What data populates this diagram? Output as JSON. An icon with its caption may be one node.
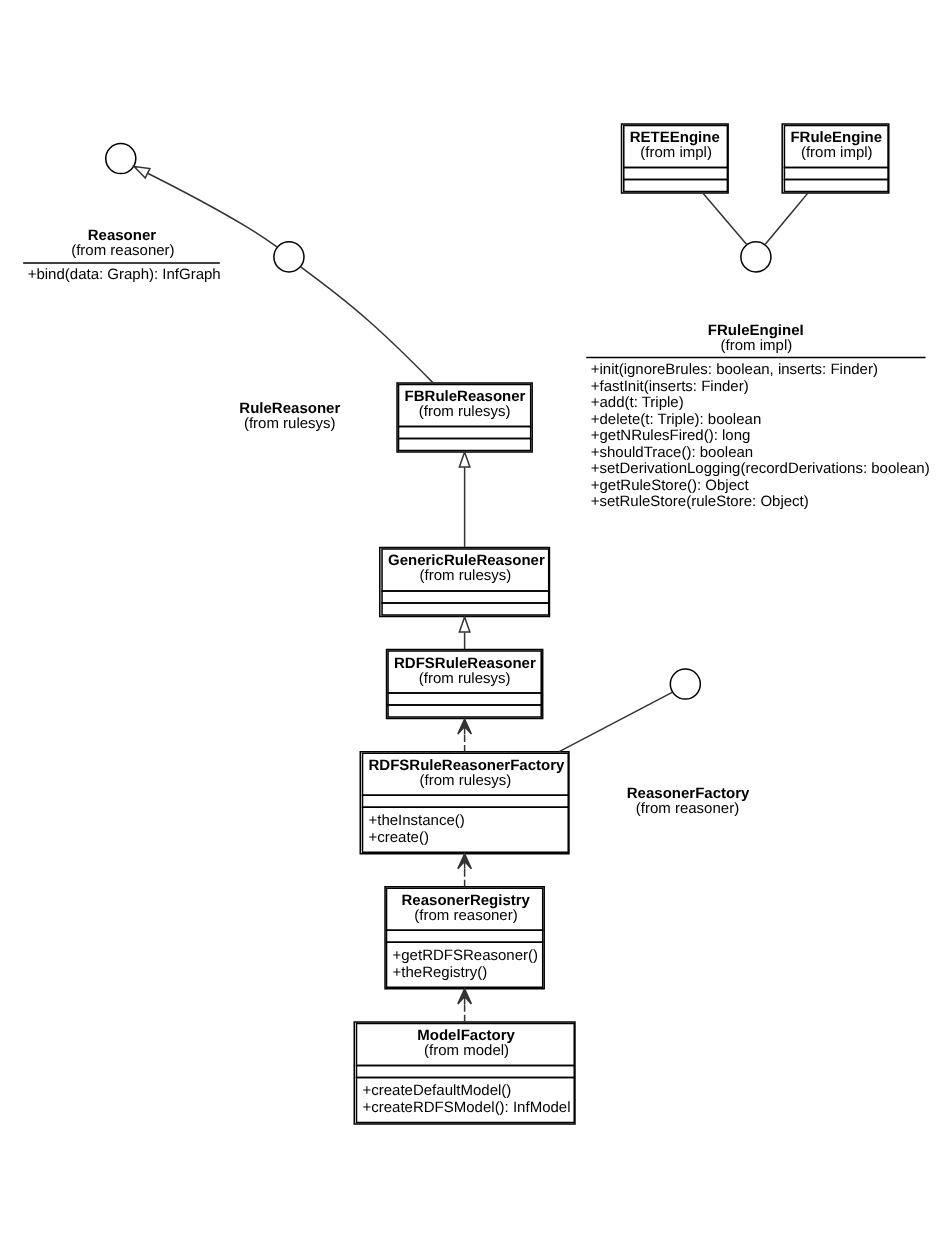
{
  "diagram": {
    "nodes": [
      {
        "text": [],
        "shape": "circle",
        "beside": [
          "Reasoner",
          "(from reasoner)",
          "+bind(data: Graph): InfGraph"
        ]
      },
      {
        "text": [],
        "shape": "circle",
        "beside": [
          "RuleReasoner",
          "(from rulesys)"
        ]
      },
      {
        "text": [
          "FBRuleReasoner",
          "(from rulesys)"
        ]
      },
      {
        "text": [
          "GenericRuleReasoner",
          "(from rulesys)"
        ]
      },
      {
        "text": [
          "RDFSRuleReasoner",
          "(from rulesys)"
        ]
      },
      {
        "text": [],
        "shape": "circle",
        "beside": [
          "ReasonerFactory",
          "(from reasoner)"
        ]
      },
      {
        "text": [
          "RDFSRuleReasonerFactory",
          "(from rulesys)",
          "+theInstance()",
          "+create()"
        ]
      },
      {
        "text": [
          "ReasonerRegistry",
          "(from reasoner)",
          "+getRDFSReasoner()",
          "+theRegistry()"
        ]
      },
      {
        "text": [
          "ModelFactory",
          "(from model)",
          "+createDefaultModel()",
          "+createRDFSModel(): InfModel"
        ]
      },
      {
        "text": [
          "RETEEngine",
          "(from impl)"
        ]
      },
      {
        "text": [
          "FRuleEngine",
          "(from impl)"
        ]
      },
      {
        "text": [],
        "shape": "circle",
        "beside": [
          "FRuleEngineI",
          "(from impl)",
          "+init(ignoreBrules: boolean, inserts: Finder)",
          "+fastInit(inserts: Finder)",
          "+add(t: Triple)",
          "+delete(t: Triple): boolean",
          "+getNRulesFired(): long",
          "+shouldTrace(): boolean",
          "+setDerivationLogging(recordDerivations: boolean)",
          "+getRuleStore(): Object",
          "+setRuleStore(ruleStore: Object)"
        ]
      }
    ],
    "edges": [
      {
        "from": 1,
        "to": 0,
        "arrow": "to"
      },
      {
        "from": 2,
        "to": 1,
        "arrow": "none"
      },
      {
        "from": 3,
        "to": 2,
        "arrow": "to"
      },
      {
        "from": 4,
        "to": 3,
        "arrow": "to"
      },
      {
        "from": 6,
        "to": 5,
        "arrow": "none"
      },
      {
        "from": 6,
        "to": 4,
        "arrow": "to",
        "style": "dashed"
      },
      {
        "from": 7,
        "to": 6,
        "arrow": "to",
        "style": "dashed"
      },
      {
        "from": 8,
        "to": 7,
        "arrow": "to",
        "style": "dashed"
      },
      {
        "from": 9,
        "to": 11,
        "arrow": "none"
      },
      {
        "from": 10,
        "to": 11,
        "arrow": "none"
      }
    ]
  }
}
